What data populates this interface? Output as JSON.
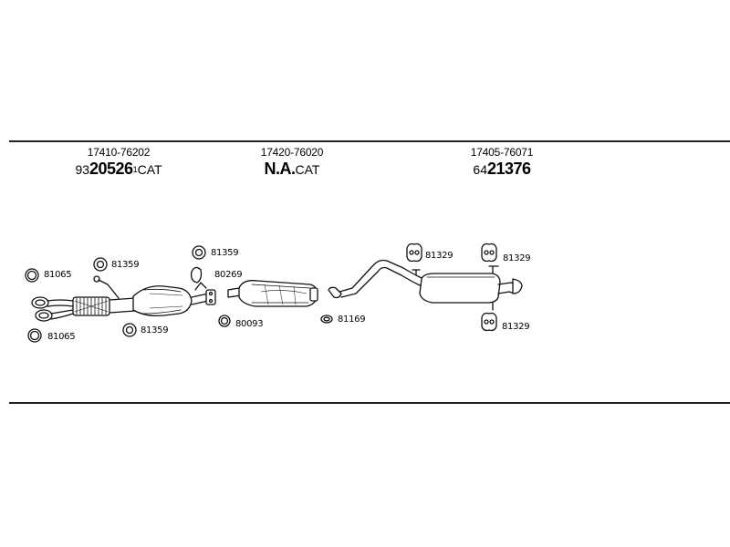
{
  "sections": [
    {
      "part_number": "17410-76202",
      "code_prefix": "93",
      "code_main": "20526",
      "code_superscript": "1",
      "code_suffix": "CAT"
    },
    {
      "part_number": "17420-76020",
      "code_prefix": "",
      "code_main": "N.A.",
      "code_superscript": "",
      "code_suffix": "CAT"
    },
    {
      "part_number": "17405-76071",
      "code_prefix": "64",
      "code_main": "21376",
      "code_superscript": "",
      "code_suffix": ""
    }
  ],
  "labels": {
    "ring_left_top": "81065",
    "ring_left_bottom": "81065",
    "nut_front_top": "81359",
    "nut_front_bottom": "81359",
    "nut_middle": "81359",
    "gasket_middle": "80269",
    "ring_middle": "80093",
    "ring_rear": "81169",
    "hanger_left": "81329",
    "hanger_right": "81329",
    "hanger_bottom": "81329"
  }
}
